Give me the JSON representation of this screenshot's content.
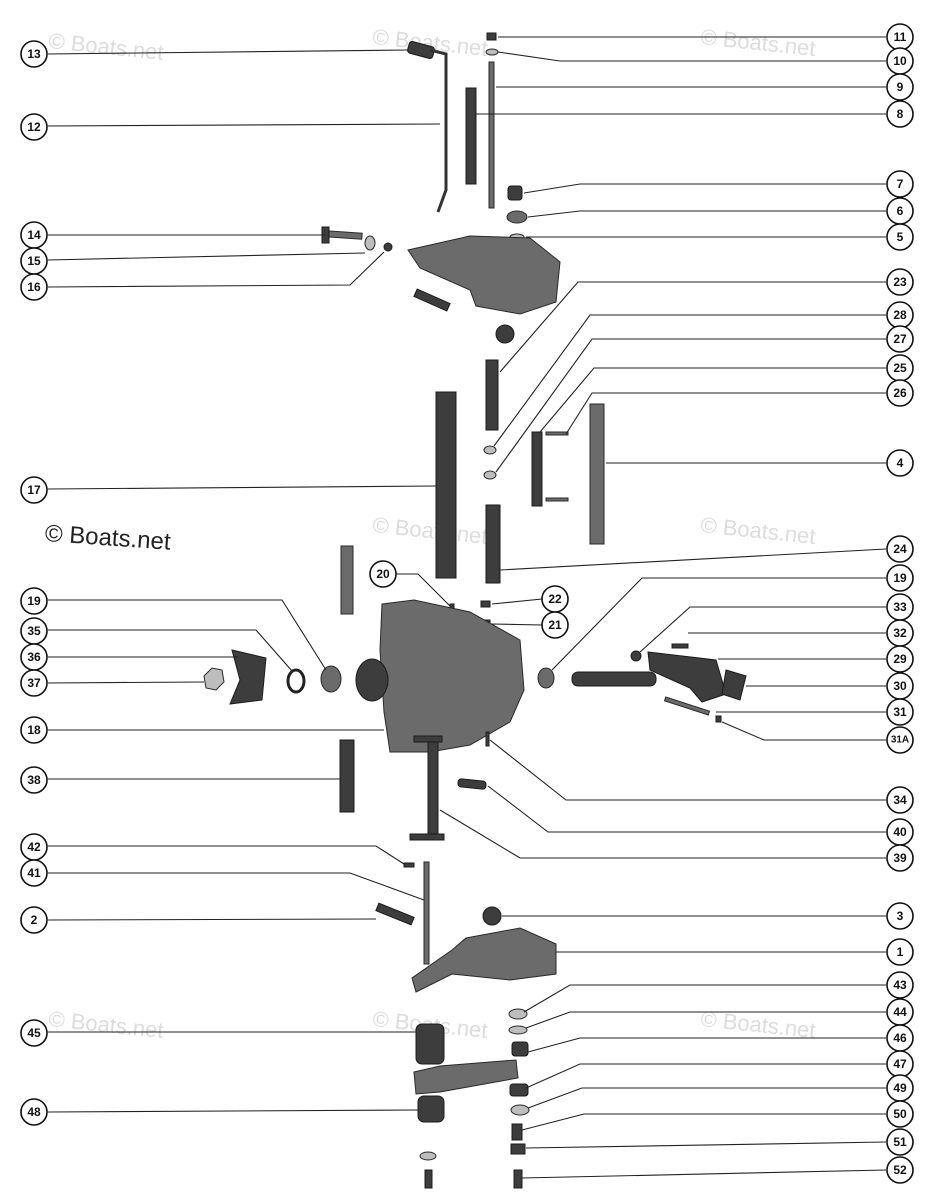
{
  "watermark_text": "© Boats.net",
  "copyright_text": "© Boats.net",
  "callouts": [
    {
      "id": "c13",
      "label": "13"
    },
    {
      "id": "c12",
      "label": "12"
    },
    {
      "id": "c14",
      "label": "14"
    },
    {
      "id": "c15",
      "label": "15"
    },
    {
      "id": "c16",
      "label": "16"
    },
    {
      "id": "c17",
      "label": "17"
    },
    {
      "id": "c19l",
      "label": "19"
    },
    {
      "id": "c35",
      "label": "35"
    },
    {
      "id": "c36",
      "label": "36"
    },
    {
      "id": "c37",
      "label": "37"
    },
    {
      "id": "c18",
      "label": "18"
    },
    {
      "id": "c38",
      "label": "38"
    },
    {
      "id": "c42",
      "label": "42"
    },
    {
      "id": "c41",
      "label": "41"
    },
    {
      "id": "c2",
      "label": "2"
    },
    {
      "id": "c45",
      "label": "45"
    },
    {
      "id": "c48",
      "label": "48"
    },
    {
      "id": "c20",
      "label": "20"
    },
    {
      "id": "c22",
      "label": "22"
    },
    {
      "id": "c21",
      "label": "21"
    },
    {
      "id": "c11",
      "label": "11"
    },
    {
      "id": "c10",
      "label": "10"
    },
    {
      "id": "c9",
      "label": "9"
    },
    {
      "id": "c8",
      "label": "8"
    },
    {
      "id": "c7",
      "label": "7"
    },
    {
      "id": "c6",
      "label": "6"
    },
    {
      "id": "c5",
      "label": "5"
    },
    {
      "id": "c23",
      "label": "23"
    },
    {
      "id": "c28",
      "label": "28"
    },
    {
      "id": "c27",
      "label": "27"
    },
    {
      "id": "c25",
      "label": "25"
    },
    {
      "id": "c26",
      "label": "26"
    },
    {
      "id": "c4",
      "label": "4"
    },
    {
      "id": "c24",
      "label": "24"
    },
    {
      "id": "c19r",
      "label": "19"
    },
    {
      "id": "c33",
      "label": "33"
    },
    {
      "id": "c32",
      "label": "32"
    },
    {
      "id": "c29",
      "label": "29"
    },
    {
      "id": "c30",
      "label": "30"
    },
    {
      "id": "c31",
      "label": "31"
    },
    {
      "id": "c31a",
      "label": "31A"
    },
    {
      "id": "c34",
      "label": "34"
    },
    {
      "id": "c40",
      "label": "40"
    },
    {
      "id": "c39",
      "label": "39"
    },
    {
      "id": "c3",
      "label": "3"
    },
    {
      "id": "c1",
      "label": "1"
    },
    {
      "id": "c43",
      "label": "43"
    },
    {
      "id": "c44",
      "label": "44"
    },
    {
      "id": "c46",
      "label": "46"
    },
    {
      "id": "c47",
      "label": "47"
    },
    {
      "id": "c49",
      "label": "49"
    },
    {
      "id": "c50",
      "label": "50"
    },
    {
      "id": "c51",
      "label": "51"
    },
    {
      "id": "c52",
      "label": "52"
    }
  ]
}
